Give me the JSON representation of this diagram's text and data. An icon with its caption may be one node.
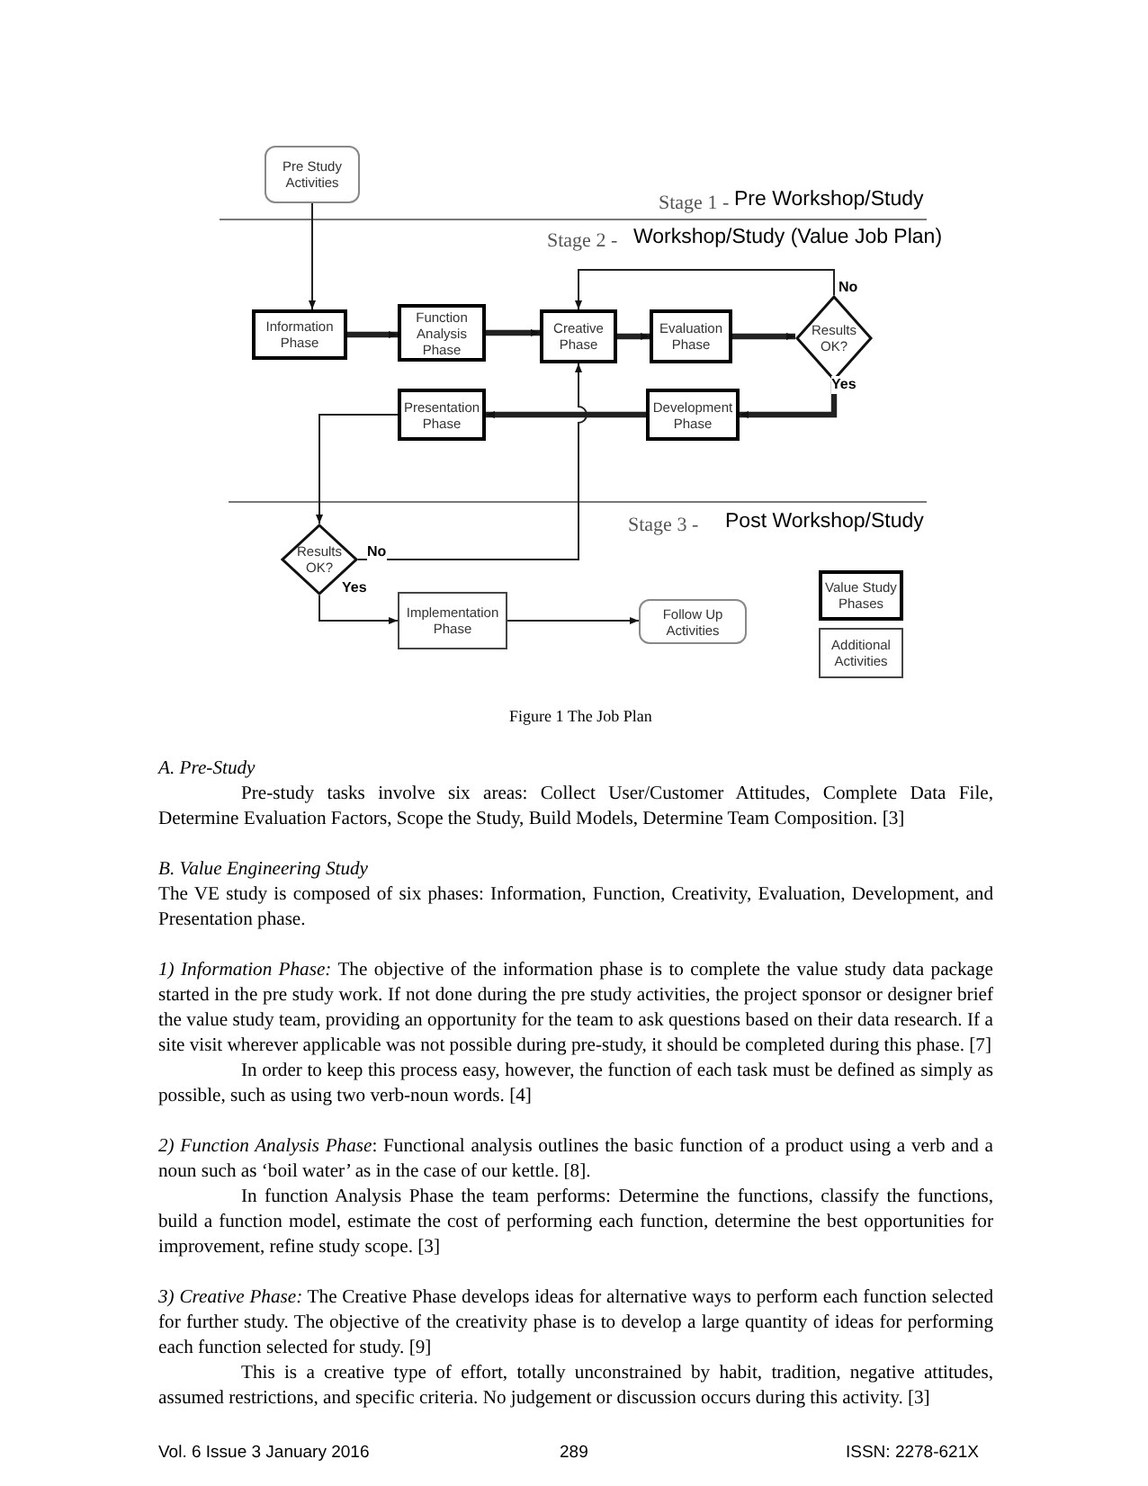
{
  "diagram": {
    "caption": "Figure 1 The Job Plan",
    "nodes": [
      {
        "text": [
          "Pre Study Activities"
        ]
      },
      {
        "text": [
          "Information Phase"
        ]
      },
      {
        "text": [
          "Function Analysis Phase"
        ]
      },
      {
        "text": [
          "Creative Phase"
        ]
      },
      {
        "text": [
          "Evaluation Phase"
        ]
      },
      {
        "text": [
          "Results OK?"
        ]
      },
      {
        "text": [
          "Development Phase"
        ]
      },
      {
        "text": [
          "Presentation Phase"
        ]
      },
      {
        "text": [
          "Results OK?"
        ]
      },
      {
        "text": [
          "Implementation Phase"
        ]
      },
      {
        "text": [
          "Follow Up Activities"
        ]
      },
      {
        "text": [
          "Value Study Phases"
        ]
      },
      {
        "text": [
          "Additional Activities"
        ]
      }
    ],
    "edges": [
      {
        "from": 0,
        "to": 1,
        "arrow": "to"
      },
      {
        "from": 1,
        "to": 2,
        "arrow": "to",
        "style": "thick"
      },
      {
        "from": 2,
        "to": 3,
        "arrow": "to",
        "style": "thick"
      },
      {
        "from": 3,
        "to": 4,
        "arrow": "to",
        "style": "thick"
      },
      {
        "from": 4,
        "to": 5,
        "arrow": "to",
        "style": "thick"
      },
      {
        "from": 5,
        "to": 3,
        "arrow": "to",
        "label": "No"
      },
      {
        "from": 5,
        "to": 6,
        "arrow": "to",
        "label": "Yes",
        "style": "thick"
      },
      {
        "from": 6,
        "to": 7,
        "arrow": "to",
        "style": "thick"
      },
      {
        "from": 7,
        "to": 8,
        "arrow": "to"
      },
      {
        "from": 8,
        "to": 3,
        "arrow": "to",
        "label": "No"
      },
      {
        "from": 8,
        "to": 9,
        "arrow": "to",
        "label": "Yes"
      },
      {
        "from": 9,
        "to": 10,
        "arrow": "to"
      }
    ],
    "labels": [
      "Stage 1 -",
      "Pre Workshop/Study",
      "Stage 2 -",
      "Workshop/Study (Value Job Plan)",
      "Stage 3 -",
      "Post Workshop/Study",
      "*A. Pre-Study*",
      "Pre-study tasks involve six areas: Collect User/Customer Attitudes, Complete Data File, Determine Evaluation Factors, Scope the Study, Build Models, Determine Team Composition. [3]",
      "*B. Value Engineering Study*",
      "The VE study is composed of six phases: Information, Function, Creativity, Evaluation, Development, and Presentation phase.",
      "*1) Information Phase:* The objective of the information phase is to complete the value study data package started in the pre study work. If not done during the pre study activities, the project sponsor or designer brief the value study team, providing an opportunity for the team to ask questions based on their data research. If a site visit wherever applicable was not possible during pre-study, it should be completed during this phase. [7]",
      "In order to keep this process easy, however, the function of each task must be defined as simply as possible, such as using two verb-noun words. [4]",
      "*2) Function Analysis Phase*: Functional analysis outlines the basic function of a product using a verb and a noun such as ‘boil water’ as in the case of our kettle. [8].",
      "In function Analysis Phase the team performs: Determine the functions, classify the functions, build a function model, estimate the cost of performing each function, determine the best opportunities for improvement, refine study scope. [3]",
      "*3) Creative Phase:* The Creative Phase develops ideas for alternative ways to perform each function selected for further study. The objective of the creativity phase is to develop a large quantity of ideas for performing each function selected for study. [9]",
      "This is a creative type of effort, totally unconstrained by habit, tradition, negative attitudes, assumed restrictions, and specific criteria. No judgement or discussion occurs during this activity. [3]",
      "Vol. 6 Issue 3 January 2016",
      "289",
      "ISSN: 2278-621X"
    ]
  }
}
